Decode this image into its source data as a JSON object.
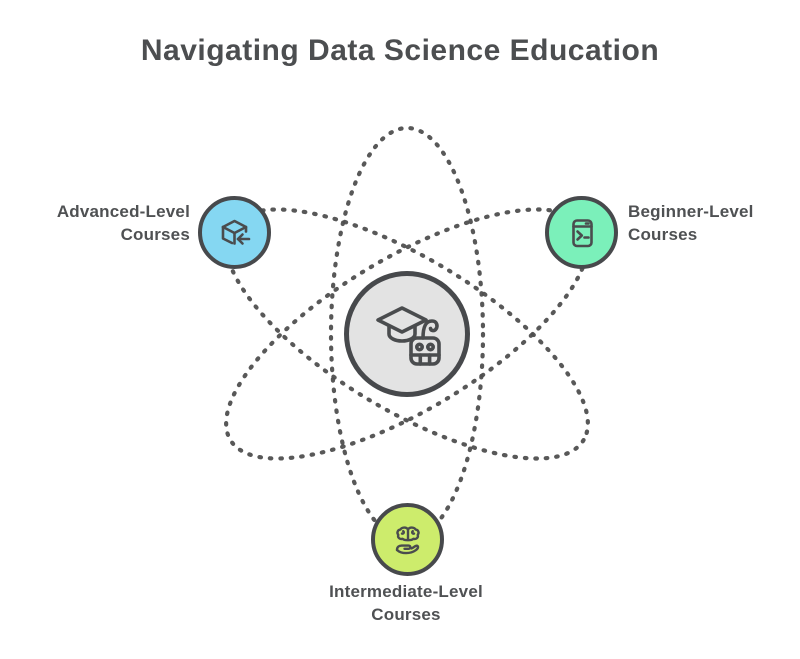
{
  "title": "Navigating Data Science Education",
  "colors": {
    "ink": "#4c4e50",
    "orbit_dash": "#4f4f4f",
    "node_border": "#47494c",
    "center_fill": "#e3e3e3",
    "advanced_blue": "#85d7f2",
    "beginner_green": "#7bf0ba",
    "intermediate_lime": "#cdec6c"
  },
  "center": {
    "icon": "graduation-cap-robot-icon",
    "color": "#e3e3e3"
  },
  "nodes": [
    {
      "id": "advanced",
      "label_line1": "Advanced-Level",
      "label_line2": "Courses",
      "icon": "cube-incoming-arrow-icon",
      "color": "#85d7f2",
      "position": "left"
    },
    {
      "id": "beginner",
      "label_line1": "Beginner-Level",
      "label_line2": "Courses",
      "icon": "terminal-window-icon",
      "color": "#7bf0ba",
      "position": "right"
    },
    {
      "id": "intermediate",
      "label_line1": "Intermediate-Level",
      "label_line2": "Courses",
      "icon": "hand-holding-brain-icon",
      "color": "#cdec6c",
      "position": "bottom"
    }
  ]
}
